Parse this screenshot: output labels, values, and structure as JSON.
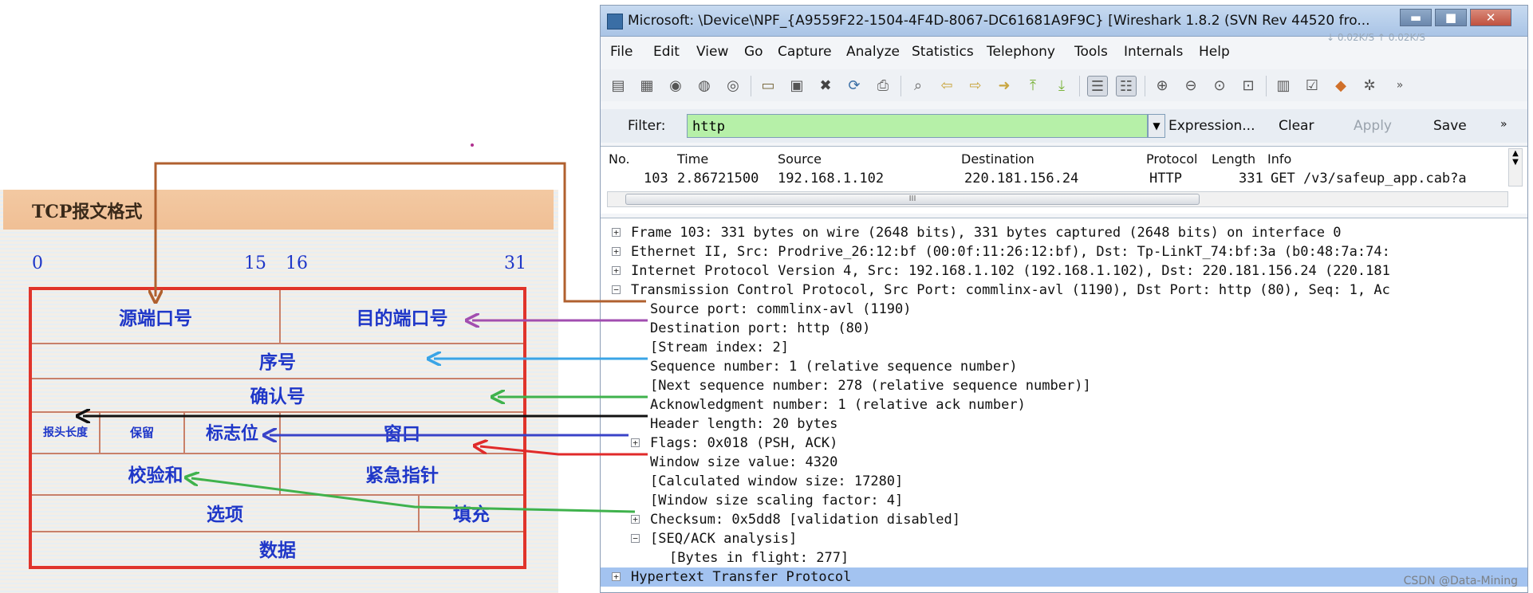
{
  "diagram": {
    "title": "TCP报文格式",
    "bit_labels": [
      "0",
      "15",
      "16",
      "31"
    ],
    "fields": {
      "source_port": "源端口号",
      "dest_port": "目的端口号",
      "seq": "序号",
      "ack": "确认号",
      "header_length": "报头长度",
      "reserved": "保留",
      "flags": "标志位",
      "window": "窗口",
      "checksum": "校验和",
      "urgent_pointer": "紧急指针",
      "options": "选项",
      "padding": "填充",
      "data": "数据"
    }
  },
  "window": {
    "title": "Microsoft: \\Device\\NPF_{A9559F22-1504-4F4D-8067-DC61681A9F9C}  [Wireshark 1.8.2  (SVN Rev 44520 fro...",
    "minimize": "▬",
    "maximize": "■",
    "close": "✕",
    "speed": "↓ 0.02K/S  ↑ 0.02K/S"
  },
  "menu": [
    "File",
    "Edit",
    "View",
    "Go",
    "Capture",
    "Analyze",
    "Statistics",
    "Telephony",
    "Tools",
    "Internals",
    "Help"
  ],
  "filter": {
    "label": "Filter:",
    "value": "http",
    "expression": "Expression...",
    "clear": "Clear",
    "apply": "Apply",
    "save": "Save",
    "more": "»"
  },
  "packet_list": {
    "columns": [
      "No.",
      "Time",
      "Source",
      "Destination",
      "Protocol",
      "Length",
      "Info"
    ],
    "row": [
      "103",
      "2.86721500",
      "192.168.1.102",
      "220.181.156.24",
      "HTTP",
      "331",
      "GET /v3/safeup_app.cab?a"
    ],
    "scroll_grip": "III"
  },
  "details": [
    {
      "text": "Frame 103: 331 bytes on wire (2648 bits), 331 bytes captured (2648 bits) on interface 0",
      "expander": "⊞"
    },
    {
      "text": "Ethernet II, Src: Prodrive_26:12:bf (00:0f:11:26:12:bf), Dst: Tp-LinkT_74:bf:3a (b0:48:7a:74:",
      "expander": "⊞"
    },
    {
      "text": "Internet Protocol Version 4, Src: 192.168.1.102 (192.168.1.102), Dst: 220.181.156.24 (220.181",
      "expander": "⊞"
    },
    {
      "text": "Transmission Control Protocol, Src Port: commlinx-avl (1190), Dst Port: http (80), Seq: 1, Ac",
      "expander": "⊟"
    },
    {
      "text": "Source port: commlinx-avl (1190)",
      "expander": ""
    },
    {
      "text": "Destination port: http (80)",
      "expander": ""
    },
    {
      "text": "[Stream index: 2]",
      "expander": ""
    },
    {
      "text": "Sequence number: 1    (relative sequence number)",
      "expander": ""
    },
    {
      "text": "[Next sequence number: 278    (relative sequence number)]",
      "expander": ""
    },
    {
      "text": "Acknowledgment number: 1    (relative ack number)",
      "expander": ""
    },
    {
      "text": "Header length: 20 bytes",
      "expander": ""
    },
    {
      "text": "Flags: 0x018 (PSH, ACK)",
      "expander": "⊞"
    },
    {
      "text": "Window size value: 4320",
      "expander": ""
    },
    {
      "text": "[Calculated window size: 17280]",
      "expander": ""
    },
    {
      "text": "[Window size scaling factor: 4]",
      "expander": ""
    },
    {
      "text": "Checksum: 0x5dd8 [validation disabled]",
      "expander": "⊞"
    },
    {
      "text": "[SEQ/ACK analysis]",
      "expander": "⊟"
    },
    {
      "text": "[Bytes in flight: 277]",
      "expander": ""
    },
    {
      "text": "Hypertext Transfer Protocol",
      "expander": "⊞"
    }
  ],
  "watermark": "CSDN @Data-Mining",
  "colors": {
    "frame_red": "#e0342b",
    "label_blue": "#1f37c8",
    "filter_green": "#b6f0a8",
    "selected_row": "#a3c3f0",
    "arrow_brown": "#b0602f",
    "arrow_purple": "#a24eb0",
    "arrow_cyan": "#3aa4e6",
    "arrow_green": "#3fb24c",
    "arrow_black": "#111111",
    "arrow_blue": "#3a43c8",
    "arrow_red": "#e02a2a"
  }
}
